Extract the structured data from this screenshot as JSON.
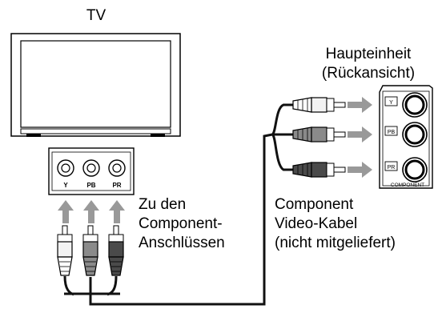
{
  "tv": {
    "title": "TV",
    "jacks": [
      "Y",
      "PB",
      "PR"
    ]
  },
  "main_unit": {
    "title_line1": "Haupteinheit",
    "title_line2": "(Rückansicht)",
    "jacks": [
      "Y",
      "PB",
      "PR"
    ],
    "panel_label": "COMPONENT"
  },
  "left_note": [
    "Zu den",
    "Component-",
    "Anschlüssen"
  ],
  "right_note": [
    "Component",
    "Video-Kabel",
    "(nicht mitgeliefert)"
  ],
  "colors": {
    "cable": "#111111",
    "plug_white": "#f2f2f2",
    "plug_gray": "#8a8a8a",
    "plug_dark": "#4a4a4a",
    "arrow": "#999999"
  }
}
